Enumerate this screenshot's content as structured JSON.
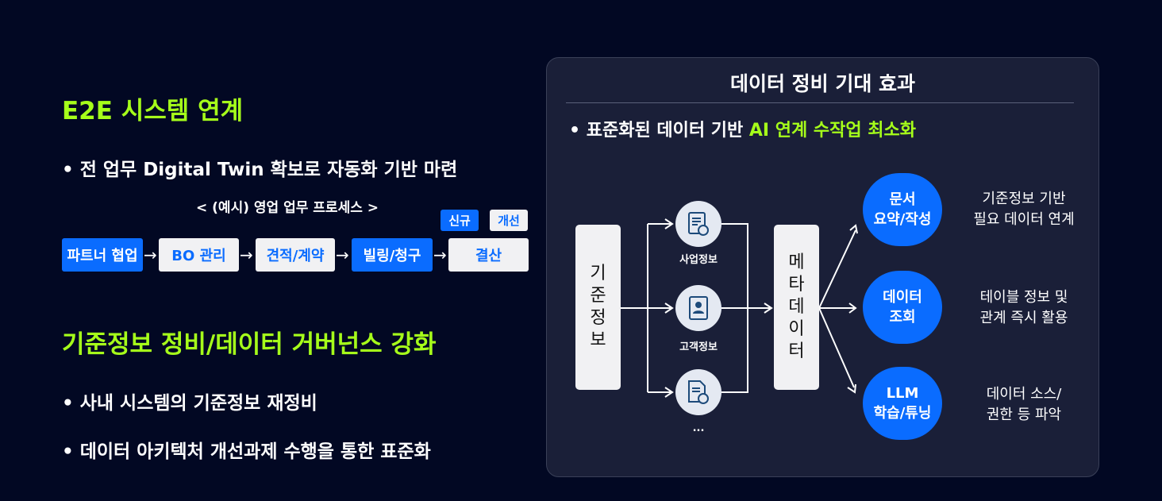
{
  "left": {
    "section1_title": "E2E 시스템 연계",
    "section1_bullet": "• 전 업무 Digital Twin 확보로 자동화 기반 마련",
    "process_caption": "< (예시) 영업 업무 프로세스 >",
    "legend": {
      "new": "신규",
      "improved": "개선"
    },
    "process_steps": [
      {
        "label": "파트너 협업",
        "type": "new"
      },
      {
        "label": "BO 관리",
        "type": "improved"
      },
      {
        "label": "견적/계약",
        "type": "improved"
      },
      {
        "label": "빌링/청구",
        "type": "new"
      },
      {
        "label": "결산",
        "type": "improved"
      }
    ],
    "arrow": "→",
    "section2_title": "기준정보 정비/데이터 거버넌스 강화",
    "section2_bullets": [
      "• 사내 시스템의 기준정보 재정비",
      "• 데이터 아키텍처 개선과제 수행을 통한 표준화"
    ]
  },
  "panel": {
    "title": "데이터 정비 기대 효과",
    "bullet_prefix": "• 표준화된 데이터 기반 ",
    "bullet_highlight": "AI 연계 수작업 최소화",
    "source_box": [
      "기",
      "준",
      "정",
      "보"
    ],
    "sources": [
      {
        "label": "사업정보",
        "icon": "document-dollar-icon"
      },
      {
        "label": "고객정보",
        "icon": "person-card-icon"
      },
      {
        "label": "...",
        "icon": "document-info-icon"
      }
    ],
    "meta_box": [
      "메",
      "타",
      "데",
      "이",
      "터"
    ],
    "effects": [
      {
        "lines": [
          "문서",
          "요약/작성"
        ],
        "desc": [
          "기준정보 기반",
          "필요 데이터 연계"
        ]
      },
      {
        "lines": [
          "데이터",
          "조회"
        ],
        "desc": [
          "테이블 정보 및",
          "관계 즉시 활용"
        ]
      },
      {
        "lines": [
          "LLM",
          "학습/튜닝"
        ],
        "desc": [
          "데이터 소스/",
          "권한 등 파악"
        ]
      }
    ]
  },
  "colors": {
    "background": "#020823",
    "accent_green": "#a6ff1a",
    "accent_blue": "#0a6cff",
    "panel": "#1a1f38"
  }
}
